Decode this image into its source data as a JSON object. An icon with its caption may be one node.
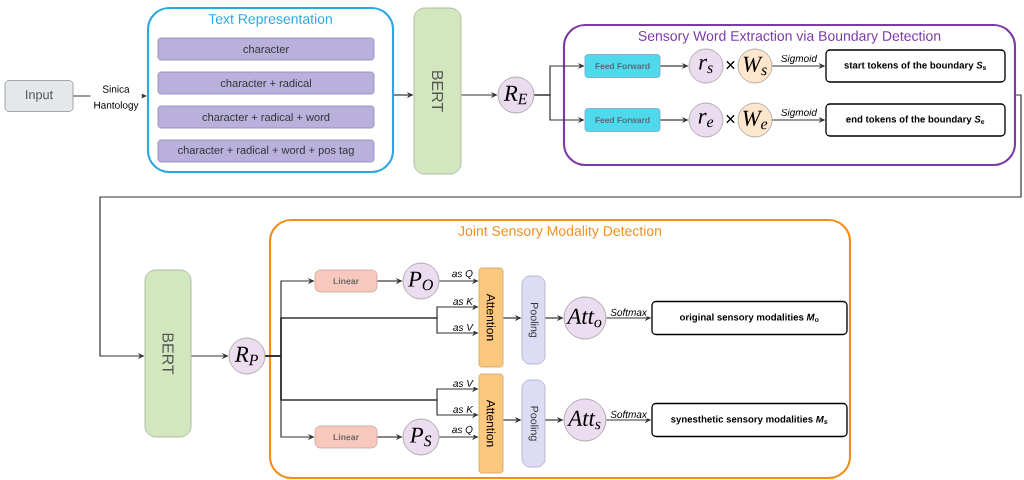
{
  "diagram": {
    "nodes": [
      {
        "text": [
          "Input"
        ]
      },
      {
        "text": [
          "Text Representation"
        ]
      },
      {
        "text": [
          "character"
        ],
        "in": 1
      },
      {
        "text": [
          "character + radical"
        ],
        "in": 1
      },
      {
        "text": [
          "character + radical + word"
        ],
        "in": 1
      },
      {
        "text": [
          "character + radical + word + pos tag"
        ],
        "in": 1
      },
      {
        "text": [
          "BERT"
        ]
      },
      {
        "text": [
          "R$_{E}$"
        ]
      },
      {
        "text": [
          "Sensory Word Extraction via Boundary Detection"
        ]
      },
      {
        "text": [
          "Feed Forward"
        ],
        "in": 8
      },
      {
        "text": [
          "r$_{s}$"
        ],
        "in": 8
      },
      {
        "text": [
          "W$_{s}$"
        ],
        "in": 8
      },
      {
        "text": [
          "start tokens of the boundary *S*$_{s}$"
        ],
        "in": 8
      },
      {
        "text": [
          "Feed Forward"
        ],
        "in": 8
      },
      {
        "text": [
          "r$_{e}$"
        ],
        "in": 8
      },
      {
        "text": [
          "W$_{e}$"
        ],
        "in": 8
      },
      {
        "text": [
          "end tokens of the boundary *S*$_{e}$"
        ],
        "in": 8
      },
      {
        "text": [
          "BERT"
        ]
      },
      {
        "text": [
          "R$_{P}$"
        ]
      },
      {
        "text": [
          "Joint Sensory Modality Detection"
        ]
      },
      {
        "text": [
          "Linear"
        ],
        "in": 19
      },
      {
        "text": [
          "P$_{O}$"
        ],
        "in": 19
      },
      {
        "text": [
          "Attention"
        ],
        "in": 19
      },
      {
        "text": [
          "Pooling"
        ],
        "in": 19
      },
      {
        "text": [
          "Att$_{o}$"
        ],
        "in": 19
      },
      {
        "text": [
          "original sensory modalities *M*$_{o}$"
        ],
        "in": 19
      },
      {
        "text": [
          "Linear"
        ],
        "in": 19
      },
      {
        "text": [
          "P$_{S}$"
        ],
        "in": 19
      },
      {
        "text": [
          "Attention"
        ],
        "in": 19
      },
      {
        "text": [
          "Pooling"
        ],
        "in": 19
      },
      {
        "text": [
          "Att$_{s}$"
        ],
        "in": 19
      },
      {
        "text": [
          "synesthetic sensory modalities *M*$_{s}$"
        ],
        "in": 19
      }
    ],
    "edges": [
      {
        "from": 0,
        "to": 1,
        "arrow": "to",
        "label": "Sinica Hantology"
      },
      {
        "from": 1,
        "to": 6,
        "arrow": "to"
      },
      {
        "from": 6,
        "to": 7,
        "arrow": "to"
      },
      {
        "from": 7,
        "to": 9,
        "arrow": "to"
      },
      {
        "from": 7,
        "to": 13,
        "arrow": "to"
      },
      {
        "from": 9,
        "to": 10,
        "arrow": "to"
      },
      {
        "from": 11,
        "to": 12,
        "arrow": "to",
        "label": "Sigmoid"
      },
      {
        "from": 13,
        "to": 14,
        "arrow": "to"
      },
      {
        "from": 15,
        "to": 16,
        "arrow": "to",
        "label": "Sigmoid"
      },
      {
        "from": 8,
        "to": 17,
        "arrow": "to"
      },
      {
        "from": 17,
        "to": 18,
        "arrow": "to"
      },
      {
        "from": 18,
        "to": 20,
        "arrow": "to"
      },
      {
        "from": 18,
        "to": 22,
        "arrow": "to",
        "label": "as K"
      },
      {
        "from": 18,
        "to": 22,
        "arrow": "to",
        "label": "as V"
      },
      {
        "from": 20,
        "to": 21,
        "arrow": "to"
      },
      {
        "from": 21,
        "to": 22,
        "arrow": "to",
        "label": "as Q"
      },
      {
        "from": 22,
        "to": 23,
        "arrow": "to"
      },
      {
        "from": 23,
        "to": 24,
        "arrow": "to"
      },
      {
        "from": 24,
        "to": 25,
        "arrow": "to",
        "label": "Softmax"
      },
      {
        "from": 18,
        "to": 28,
        "arrow": "to",
        "label": "as V"
      },
      {
        "from": 18,
        "to": 28,
        "arrow": "to",
        "label": "as K"
      },
      {
        "from": 18,
        "to": 26,
        "arrow": "to"
      },
      {
        "from": 26,
        "to": 27,
        "arrow": "to"
      },
      {
        "from": 27,
        "to": 28,
        "arrow": "to",
        "label": "as Q"
      },
      {
        "from": 28,
        "to": 29,
        "arrow": "to"
      },
      {
        "from": 29,
        "to": 30,
        "arrow": "to"
      },
      {
        "from": 30,
        "to": 31,
        "arrow": "to",
        "label": "Softmax"
      }
    ],
    "labels": [
      "×",
      "×"
    ]
  }
}
